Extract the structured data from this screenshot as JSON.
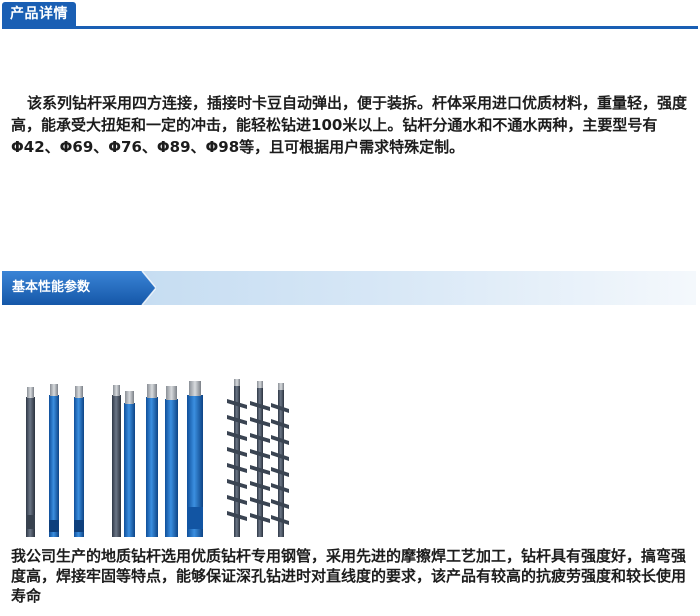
{
  "section1": {
    "title": "产品详情"
  },
  "description": "该系列钻杆采用四方连接，插接时卡豆自动弹出，便于装拆。杆体采用进口优质材料，重量轻，强度高，能承受大扭矩和一定的冲击，能轻松钻进100米以上。钻杆分通水和不通水两种，主要型号有Φ42、Φ69、Φ76、Φ89、Φ98等，且可根据用户需求特殊定制。",
  "section2": {
    "title": "基本性能参数"
  },
  "product_text": "我公司生产的地质钻杆选用优质钻杆专用钢管，采用先进的摩擦焊工艺加工，钻杆具有强度好，搞弯强度高，焊接牢固等特点，能够保证深孔钻进时对直线度的要求，该产品有较高的抗疲劳强度和较长使用寿命",
  "colors": {
    "header_blue": "#1a5fb4",
    "rod_blue": "#1f6fc4",
    "rod_gray": "#4a5566"
  }
}
